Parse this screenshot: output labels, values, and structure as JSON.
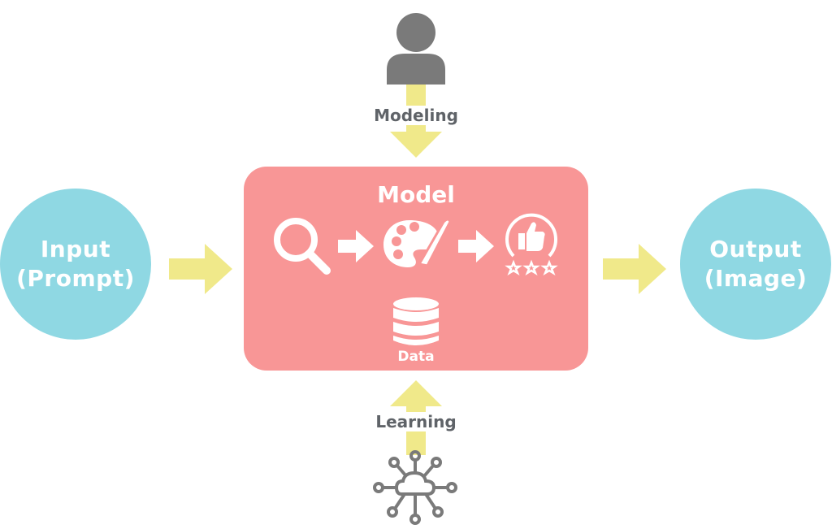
{
  "input": {
    "line1": "Input",
    "line2": "(Prompt)"
  },
  "output": {
    "line1": "Output",
    "line2": "(Image)"
  },
  "model": {
    "title": "Model",
    "data_label": "Data"
  },
  "top": {
    "label": "Modeling",
    "icon": "person-icon"
  },
  "bottom": {
    "label": "Learning",
    "icon": "cloud-network-icon"
  },
  "colors": {
    "circle": "#8fd8e3",
    "model_box": "#f89696",
    "arrow": "#f0e98a",
    "icon_gray": "#7a7a7a",
    "text_gray": "#5f6368",
    "white": "#ffffff"
  }
}
